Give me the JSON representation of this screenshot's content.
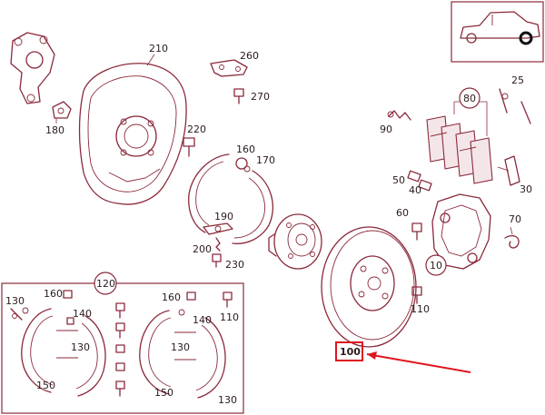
{
  "diagram": {
    "labels": {
      "p210": "210",
      "p260": "260",
      "p270": "270",
      "p180": "180",
      "p220": "220",
      "p160a": "160",
      "p170": "170",
      "p190": "190",
      "p200": "200",
      "p230": "230",
      "p90": "90",
      "p80": "80",
      "p25": "25",
      "p50": "50",
      "p40": "40",
      "p30": "30",
      "p60": "60",
      "p70": "70",
      "p10": "10",
      "p110a": "110",
      "p100": "100",
      "p120": "120",
      "p130a": "130",
      "p160b": "160",
      "p140a": "140",
      "p130b": "130",
      "p150a": "150",
      "p160c": "160",
      "p140b": "140",
      "p110b": "110",
      "p130c": "130",
      "p150b": "150",
      "p130d": "130"
    },
    "colors": {
      "line": "#8a2a3a",
      "highlight": "#e0141e"
    },
    "icons": {
      "vehicle": "car-side-icon"
    }
  }
}
